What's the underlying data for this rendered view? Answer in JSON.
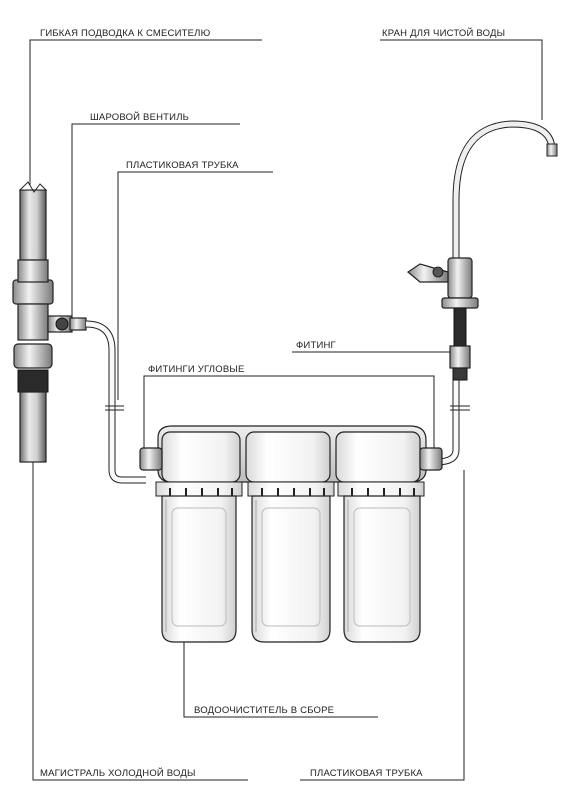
{
  "labels": {
    "flex_hose": "ГИБКАЯ ПОДВОДКА К СМЕСИТЕЛЮ",
    "ball_valve": "ШАРОВОЙ ВЕНТИЛЬ",
    "plastic_tube_top": "ПЛАСТИКОВАЯ ТРУБКА",
    "clean_faucet": "КРАН ДЛЯ ЧИСТОЙ ВОДЫ",
    "fitting": "ФИТИНГ",
    "angle_fittings": "ФИТИНГИ УГЛОВЫЕ",
    "purifier_assembly": "ВОДООЧИСТИТЕЛЬ В СБОРЕ",
    "cold_main": "МАГИСТРАЛЬ ХОЛОДНОЙ ВОДЫ",
    "plastic_tube_bottom": "ПЛАСТИКОВАЯ ТРУБКА"
  },
  "colors": {
    "line": "#222222",
    "metal_light": "#e6e6e6",
    "metal_dark": "#9a9a9a",
    "housing": "#f4f4f4"
  }
}
